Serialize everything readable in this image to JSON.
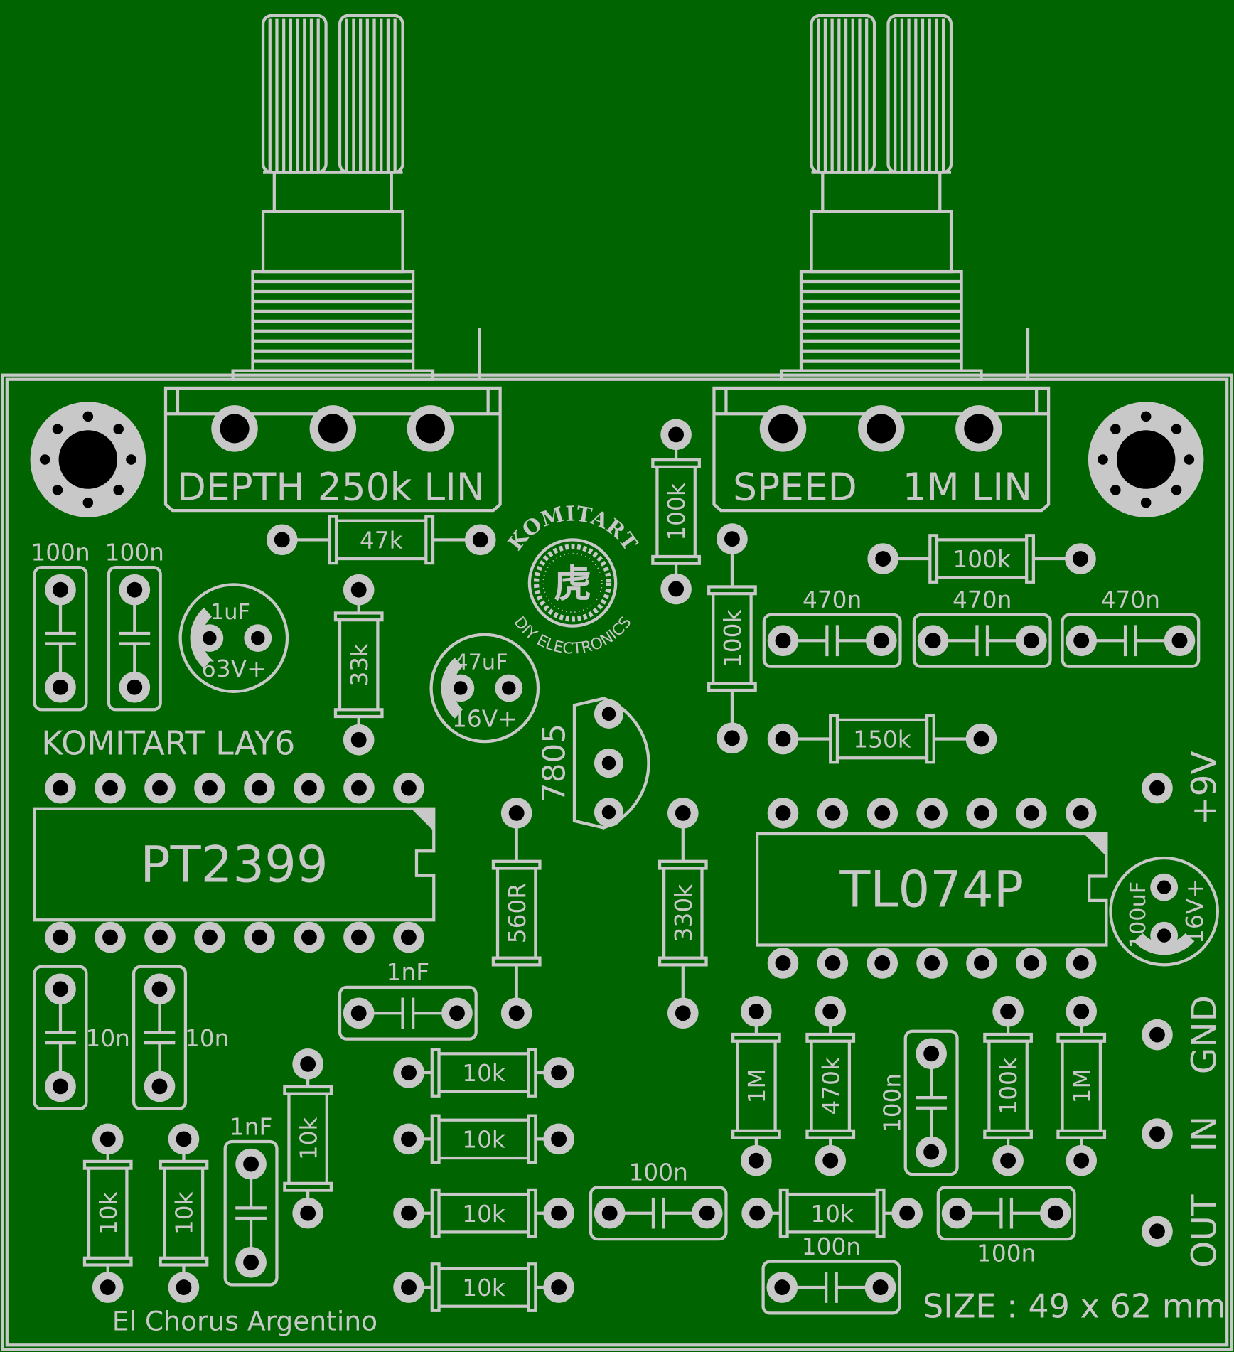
{
  "board": {
    "title": "KOMITART LAY6",
    "project": "El Chorus Argentino",
    "size": "SIZE : 49 x 62 mm"
  },
  "pots": [
    {
      "name": "DEPTH",
      "value": "250k LIN"
    },
    {
      "name": "SPEED",
      "value": "1M LIN"
    }
  ],
  "ics": [
    "PT2399",
    "TL074P"
  ],
  "regulator": "7805",
  "resistors": [
    "47k",
    "100k",
    "33k",
    "100k",
    "100k",
    "150k",
    "560R",
    "330k",
    "10k",
    "10k",
    "10k",
    "10k",
    "10k",
    "10k",
    "10k",
    "1M",
    "470k",
    "100k",
    "1M",
    "10k"
  ],
  "capacitors": [
    "100n",
    "100n",
    "470n",
    "470n",
    "470n",
    "1nF",
    "10n",
    "10n",
    "1nF",
    "100n",
    "100n",
    "100n",
    "100n"
  ],
  "electrolytics": [
    {
      "value": "1uF",
      "voltage": "63V+"
    },
    {
      "value": "47uF",
      "voltage": "16V+"
    },
    {
      "value": "100uF",
      "voltage": "16V+"
    }
  ],
  "connectors": [
    "+9V",
    "GND",
    "IN",
    "OUT"
  ],
  "logo": {
    "top": "KOMITART",
    "bottom": "DIY ELECTRONICS",
    "glyph": "虎"
  },
  "colors": {
    "board": "#006400",
    "silkscreen": "#c8c8c8",
    "drill": "#000000"
  }
}
